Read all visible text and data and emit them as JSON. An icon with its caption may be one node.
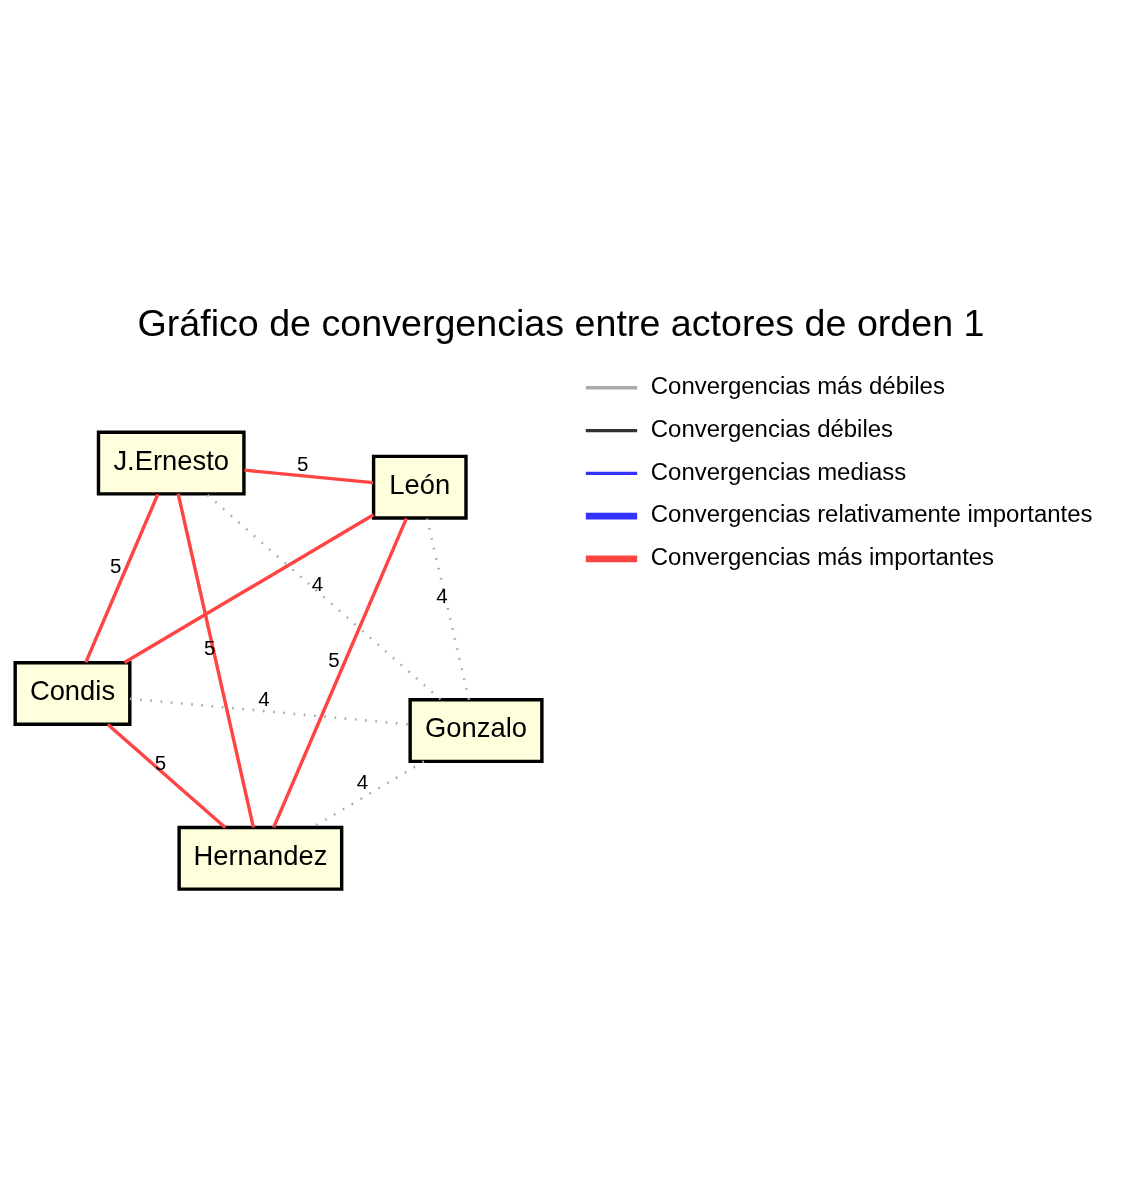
{
  "diagram": {
    "title": "Gráfico de convergencias entre actores de orden 1",
    "nodes": [
      {
        "text": [
          "Condis"
        ]
      },
      {
        "text": [
          "Gonzalo"
        ]
      },
      {
        "text": [
          "Hernandez"
        ]
      },
      {
        "text": [
          "J.Ernesto"
        ]
      },
      {
        "text": [
          "León"
        ]
      }
    ],
    "edges": [
      {
        "from": 0,
        "to": 1,
        "arrow": "none",
        "label": "4",
        "style": "dashed",
        "color": "#aaaaaa"
      },
      {
        "from": 0,
        "to": 3,
        "arrow": "none",
        "label": "5"
      },
      {
        "from": 0,
        "to": 2,
        "arrow": "none",
        "label": "5"
      },
      {
        "from": 0,
        "to": 4,
        "arrow": "none"
      },
      {
        "from": 1,
        "to": 3,
        "arrow": "none",
        "label": "4",
        "style": "dashed",
        "color": "#aaaaaa"
      },
      {
        "from": 1,
        "to": 2,
        "arrow": "none",
        "label": "4",
        "style": "dashed",
        "color": "#aaaaaa"
      },
      {
        "from": 1,
        "to": 4,
        "arrow": "none",
        "label": "4",
        "style": "dashed",
        "color": "#aaaaaa"
      },
      {
        "from": 2,
        "to": 3,
        "arrow": "none",
        "label": "5"
      },
      {
        "from": 2,
        "to": 4,
        "arrow": "none",
        "label": "5"
      },
      {
        "from": 3,
        "to": 4,
        "arrow": "none",
        "label": "5"
      }
    ],
    "legend": [
      {
        "text": "Convergencias más débiles"
      },
      {
        "text": "Convergencias débiles"
      },
      {
        "text": "Convergencias mediass"
      },
      {
        "text": "Convergencias relativamente importantes"
      },
      {
        "text": "Convergencias más importantes"
      }
    ]
  }
}
